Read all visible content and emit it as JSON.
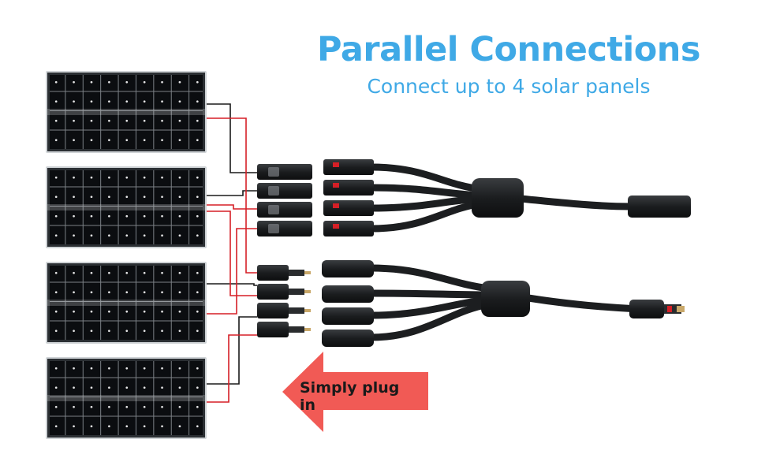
{
  "header": {
    "title": "Parallel Connections",
    "subtitle": "Connect up to 4 solar panels"
  },
  "callout": {
    "label": "Simply plug in"
  },
  "colors": {
    "accent_blue": "#3fa9e6",
    "arrow_red": "#f15a55",
    "wire_red": "#d51f26",
    "wire_black": "#1a1a1a"
  },
  "panels": [
    {
      "name": "solar-panel-1"
    },
    {
      "name": "solar-panel-2"
    },
    {
      "name": "solar-panel-3"
    },
    {
      "name": "solar-panel-4"
    }
  ]
}
